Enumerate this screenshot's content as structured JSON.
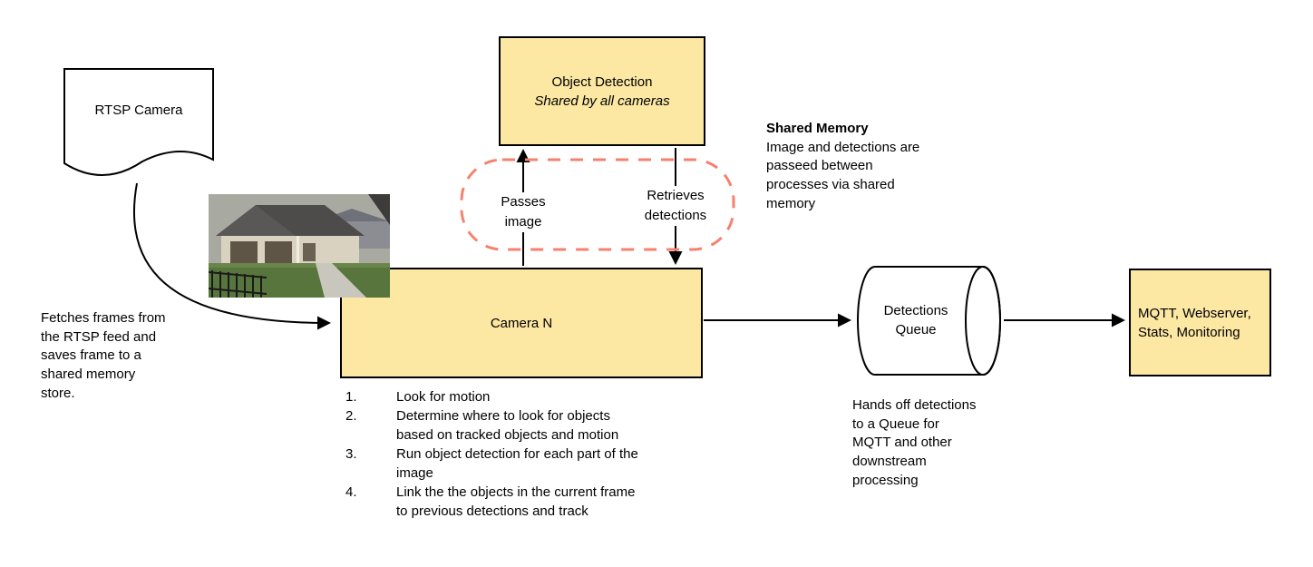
{
  "colors": {
    "node_fill": "#FCE7A3",
    "node_border": "#000000",
    "shared_memory_outline": "#F5826E",
    "arrow": "#000000",
    "background": "#FFFFFF"
  },
  "nodes": {
    "rtsp_camera": {
      "label": "RTSP Camera"
    },
    "object_detection": {
      "title": "Object Detection",
      "subtitle": "Shared by all cameras"
    },
    "camera_n": {
      "label": "Camera N"
    },
    "detections_queue": {
      "label": "Detections\nQueue"
    },
    "outputs": {
      "label": "MQTT, Webserver,\nStats, Monitoring"
    }
  },
  "edge_labels": {
    "passes_image": "Passes\nimage",
    "retrieves_detections": "Retrieves\ndetections"
  },
  "annotations": {
    "shared_memory": {
      "title": "Shared Memory",
      "body": "Image and detections are\npasseed between\nprocesses via shared\nmemory"
    },
    "fetch_note": "Fetches frames from\nthe RTSP feed and\nsaves frame to a\nshared memory\nstore.",
    "handoff_note": "Hands off detections\nto a Queue for\nMQTT and other\ndownstream\nprocessing"
  },
  "camera_steps": [
    {
      "num": "1.",
      "text": "Look for motion"
    },
    {
      "num": "2.",
      "text": "Determine where to look for objects\nbased on tracked objects and motion"
    },
    {
      "num": "3.",
      "text": "Run object detection for each part of the\nimage"
    },
    {
      "num": "4.",
      "text": "Link the the objects in the current frame\nto previous detections and track"
    }
  ]
}
